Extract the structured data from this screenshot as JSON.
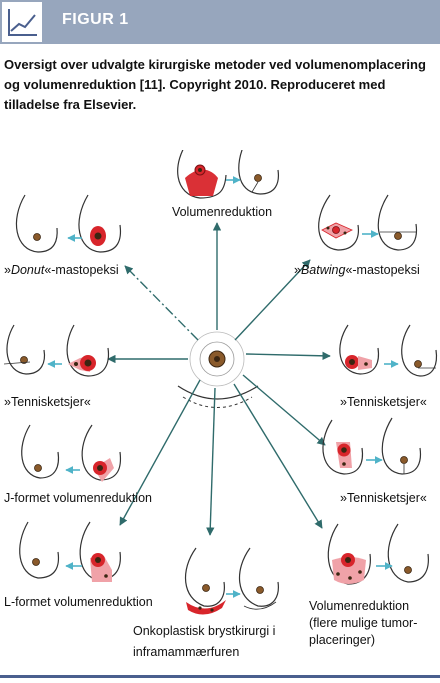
{
  "header": {
    "icon": "line-chart-icon",
    "title": "FIGUR 1"
  },
  "caption": "Oversigt over udvalgte kirurgiske metoder ved volumenomplacering og volumenreduktion [11]. Copyright 2010. Reproduceret med tilladelse fra Elsevier.",
  "colors": {
    "header_bg": "#97a6bd",
    "arrow": "#2f6b6b",
    "excision_red": "#d8252b",
    "excision_pink": "#f0a2a8",
    "nipple_brown": "#8a5a2b",
    "small_arrow": "#4fb3c8",
    "rule": "#4a5f8e"
  },
  "techniques": [
    {
      "id": "volumenreduktion-top",
      "label": "Volumenreduktion"
    },
    {
      "id": "donut",
      "label_prefix": "»",
      "label_italic": "Donut",
      "label_suffix": "«-mastopeksi"
    },
    {
      "id": "batwing",
      "label_prefix": "»",
      "label_italic": "Batwing",
      "label_suffix": "«-mastopeksi"
    },
    {
      "id": "tennis-left",
      "label": "»Tennisketsjer«"
    },
    {
      "id": "tennis-right-1",
      "label": "»Tennisketsjer«"
    },
    {
      "id": "tennis-right-2",
      "label": "»Tennisketsjer«"
    },
    {
      "id": "j-formet",
      "label": "J-formet volumenreduktion"
    },
    {
      "id": "l-formet",
      "label": "L-formet volumenreduktion"
    },
    {
      "id": "inframammaer",
      "label_lines": [
        "Onkoplastisk brystkirurgi i",
        "inframammærfuren"
      ]
    },
    {
      "id": "volumenreduktion-bottom",
      "label_lines": [
        "Volumenreduktion",
        "(flere mulige tumor-",
        "placeringer)"
      ]
    }
  ]
}
